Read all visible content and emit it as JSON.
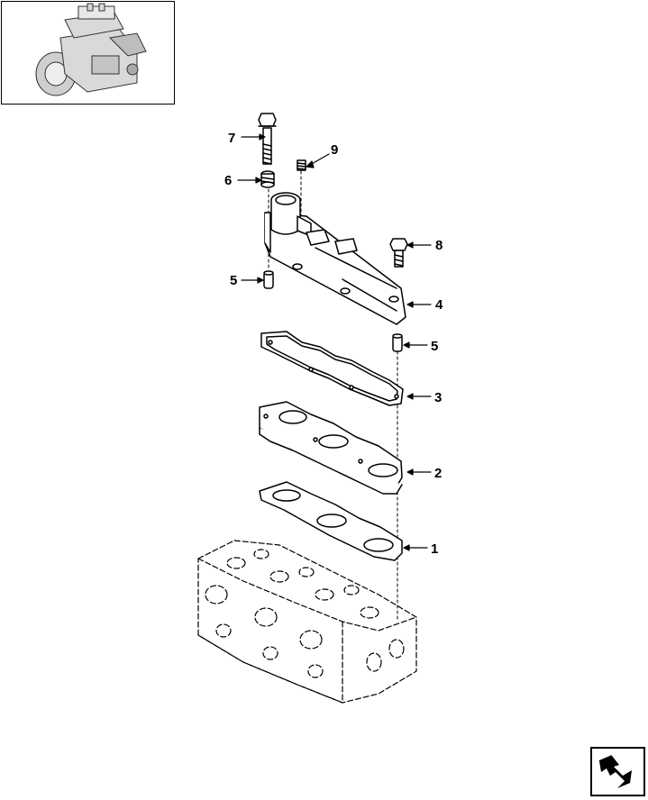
{
  "callouts": {
    "c7": "7",
    "c9": "9",
    "c6": "6",
    "c8": "8",
    "c5a": "5",
    "c4": "4",
    "c5b": "5",
    "c3": "3",
    "c2": "2",
    "c1": "1"
  },
  "icons": {
    "thumbnail": "engine-thumbnail-icon",
    "navigation": "next-page-arrow-icon"
  },
  "colors": {
    "line": "#000000",
    "background": "#ffffff"
  }
}
